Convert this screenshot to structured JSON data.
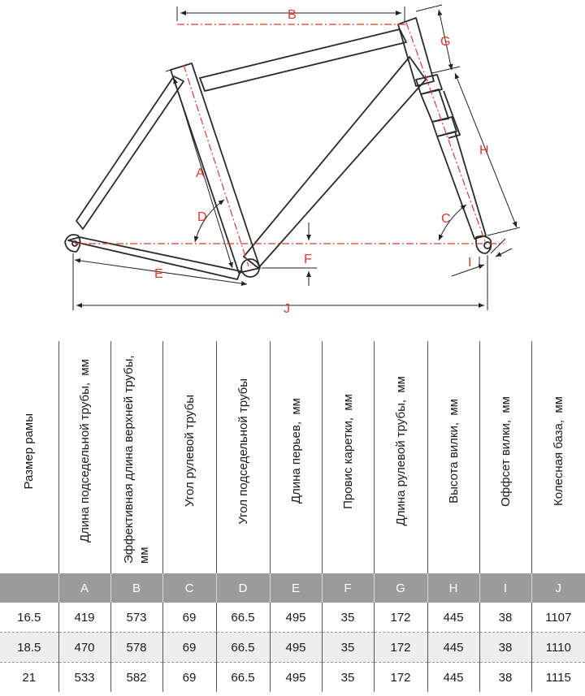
{
  "diagram": {
    "labels": {
      "A": "A",
      "B": "B",
      "C": "C",
      "D": "D",
      "E": "E",
      "F": "F",
      "G": "G",
      "H": "H",
      "I": "I",
      "J": "J"
    }
  },
  "table": {
    "headers": [
      "Размер рамы",
      "Длина подседельной трубы,  мм",
      "Эффективная длина верхней трубы,  мм",
      "Угол рулевой трубы",
      "Угол подседельной трубы",
      "Длина перьев,  мм",
      "Провис каретки,  мм",
      "Длина рулевой трубы,  мм",
      "Высота вилки,  мм",
      "Оффсет вилки,  мм",
      "Колесная база,  мм"
    ],
    "letters": [
      "",
      "A",
      "B",
      "C",
      "D",
      "E",
      "F",
      "G",
      "H",
      "I",
      "J"
    ],
    "rows": [
      [
        "16.5",
        "419",
        "573",
        "69",
        "66.5",
        "495",
        "35",
        "172",
        "445",
        "38",
        "1107"
      ],
      [
        "18.5",
        "470",
        "578",
        "69",
        "66.5",
        "495",
        "35",
        "172",
        "445",
        "38",
        "1110"
      ],
      [
        "21",
        "533",
        "582",
        "69",
        "66.5",
        "495",
        "35",
        "172",
        "445",
        "38",
        "1115"
      ]
    ]
  }
}
